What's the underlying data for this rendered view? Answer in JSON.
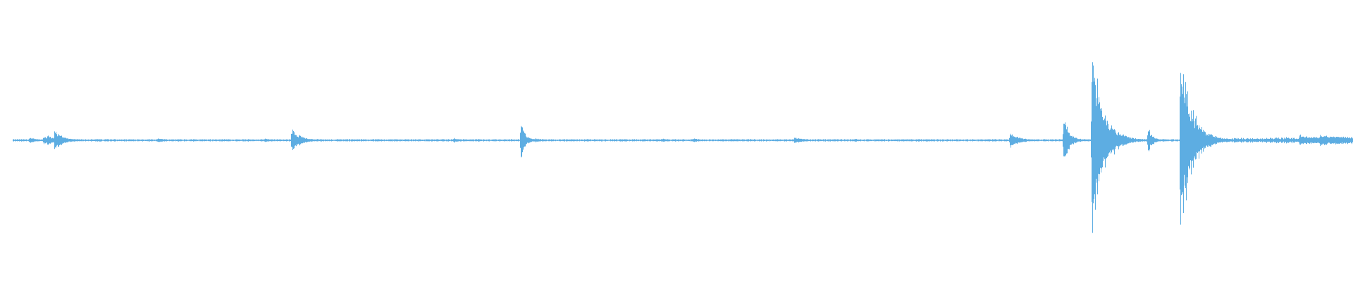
{
  "waveform": {
    "color": "#5dade2",
    "amplitude_range": [
      -1,
      1
    ],
    "baseline_noise": 0.006,
    "bursts": [
      {
        "t": 0.0125,
        "amp": 0.03,
        "decay": 0.004
      },
      {
        "t": 0.023,
        "amp": 0.05,
        "decay": 0.003
      },
      {
        "t": 0.026,
        "amp": 0.06,
        "decay": 0.003
      },
      {
        "t": 0.031,
        "amp": 0.1,
        "decay": 0.006
      },
      {
        "t": 0.034,
        "amp": 0.05,
        "decay": 0.006
      },
      {
        "t": 0.108,
        "amp": 0.02,
        "decay": 0.004
      },
      {
        "t": 0.188,
        "amp": 0.015,
        "decay": 0.004
      },
      {
        "t": 0.208,
        "amp": 0.12,
        "decay": 0.006
      },
      {
        "t": 0.329,
        "amp": 0.02,
        "decay": 0.003
      },
      {
        "t": 0.379,
        "amp": 0.2,
        "decay": 0.003
      },
      {
        "t": 0.39,
        "amp": 0.02,
        "decay": 0.003
      },
      {
        "t": 0.485,
        "amp": 0.015,
        "decay": 0.003
      },
      {
        "t": 0.508,
        "amp": 0.02,
        "decay": 0.003
      },
      {
        "t": 0.583,
        "amp": 0.03,
        "decay": 0.006
      },
      {
        "t": 0.628,
        "amp": 0.015,
        "decay": 0.003
      },
      {
        "t": 0.744,
        "amp": 0.08,
        "decay": 0.006
      },
      {
        "t": 0.784,
        "amp": 0.24,
        "decay": 0.004
      },
      {
        "t": 0.805,
        "amp": 1.0,
        "decay": 0.008
      },
      {
        "t": 0.847,
        "amp": 0.13,
        "decay": 0.003
      },
      {
        "t": 0.871,
        "amp": 0.96,
        "decay": 0.008
      },
      {
        "t": 0.883,
        "amp": 0.1,
        "decay": 0.004
      },
      {
        "t": 0.89,
        "amp": 0.06,
        "decay": 0.004
      },
      {
        "t": 0.96,
        "amp": 0.05,
        "decay": 0.02
      },
      {
        "t": 0.975,
        "amp": 0.05,
        "decay": 0.03
      }
    ],
    "tail_noise": {
      "start": 0.88,
      "end": 1.0,
      "amp": 0.035
    }
  }
}
